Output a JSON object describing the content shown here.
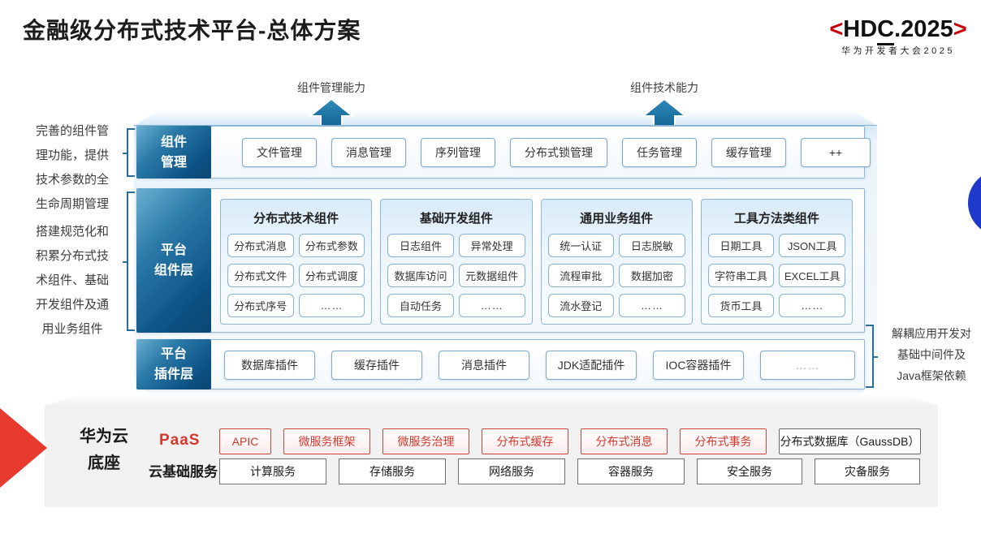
{
  "title": "金融级分布式技术平台-总体方案",
  "logo": {
    "open": "<",
    "name_pre": "HD",
    "name_c": "C",
    "name_post": ".2025",
    "close": ">",
    "subtitle": "华为开发者大会2025"
  },
  "capabilities": {
    "mgmt": "组件管理能力",
    "tech": "组件技术能力"
  },
  "notes": {
    "left_top": "完善的组件管\n理功能，提供\n技术参数的全\n生命周期管理",
    "left_bottom": "搭建规范化和\n积累分布式技\n术组件、基础\n开发组件及通\n用业务组件",
    "right": "解耦应用开发对\n基础中间件及\nJava框架依赖"
  },
  "rows": {
    "mgmt": {
      "label": "组件\n管理",
      "items": [
        "文件管理",
        "消息管理",
        "序列管理",
        "分布式锁管理",
        "任务管理",
        "缓存管理",
        "++"
      ]
    },
    "components": {
      "label": "平台\n组件层",
      "groups": [
        {
          "title": "分布式技术组件",
          "items": [
            "分布式消息",
            "分布式参数",
            "分布式文件",
            "分布式调度",
            "分布式序号",
            "……"
          ]
        },
        {
          "title": "基础开发组件",
          "items": [
            "日志组件",
            "异常处理",
            "数据库访问",
            "元数据组件",
            "自动任务",
            "……"
          ]
        },
        {
          "title": "通用业务组件",
          "items": [
            "统一认证",
            "日志脱敏",
            "流程审批",
            "数据加密",
            "流水登记",
            "……"
          ]
        },
        {
          "title": "工具方法类组件",
          "items": [
            "日期工具",
            "JSON工具",
            "字符串工具",
            "EXCEL工具",
            "货币工具",
            "……"
          ]
        }
      ]
    },
    "plugins": {
      "label": "平台\n插件层",
      "items": [
        "数据库插件",
        "缓存插件",
        "消息插件",
        "JDK适配插件",
        "IOC容器插件",
        "……"
      ]
    }
  },
  "foundation": {
    "label": "华为云\n底座",
    "paas_label": "PaaS",
    "paas_items": [
      "APIC",
      "微服务框架",
      "微服务治理",
      "分布式缓存",
      "分布式消息",
      "分布式事务",
      "分布式数据库（GaussDB）"
    ],
    "cloud_label": "云基础服务",
    "cloud_items": [
      "计算服务",
      "存储服务",
      "网络服务",
      "容器服务",
      "安全服务",
      "灾备服务"
    ]
  },
  "colors": {
    "accent_red": "#C7000B",
    "wedge_red": "#E83B30",
    "label_blue_dark": "#0A4672",
    "label_blue_light": "#6BB0D2",
    "arrow_blue": "#1D7AAB",
    "circle_blue": "#1E3ACB",
    "panel_gray": "#F1F1F1"
  }
}
